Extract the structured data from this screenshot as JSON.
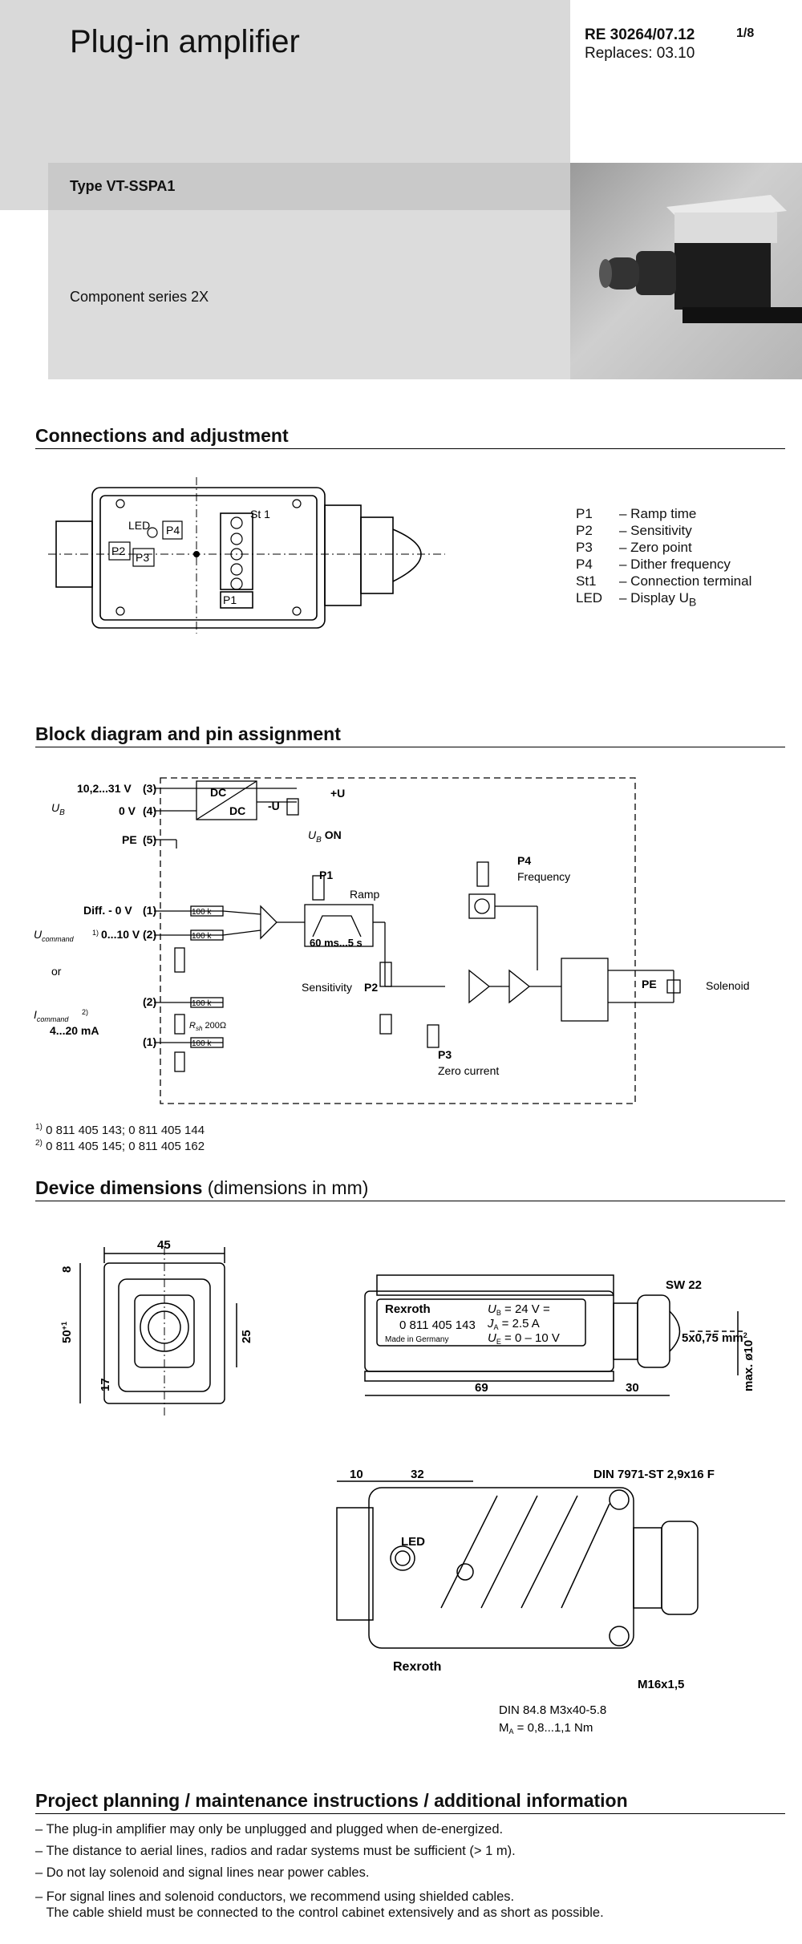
{
  "header": {
    "title": "Plug-in amplifier",
    "doc_number": "RE 30264/07.12",
    "page": "1/8",
    "replaces": "Replaces: 03.10",
    "type": "Type VT-SSPA1",
    "series": "Component series 2X"
  },
  "sections": {
    "connections": "Connections and adjustment",
    "block": "Block diagram and pin assignment",
    "dimensions": "Device dimensions",
    "dimensions_unit": "(dimensions in mm)",
    "project": "Project planning / maintenance instructions / additional information"
  },
  "legend": [
    {
      "key": "P1",
      "desc": "– Ramp time"
    },
    {
      "key": "P2",
      "desc": "– Sensitivity"
    },
    {
      "key": "P3",
      "desc": "– Zero point"
    },
    {
      "key": "P4",
      "desc": "– Dither frequency"
    },
    {
      "key": "St1",
      "desc": "– Connection terminal"
    },
    {
      "key": "LED",
      "desc": "– Display U",
      "sub": "B"
    }
  ],
  "connections_diagram": {
    "led": "LED",
    "p1": "P1",
    "p2": "P2",
    "p3": "P3",
    "p4": "P4",
    "st1": "St 1"
  },
  "block_diagram": {
    "ub": "U",
    "ub_sub": "B",
    "v_supply": "10,2...31 V",
    "pin3": "(3)",
    "zero_v": "0 V",
    "pin4": "(4)",
    "pe": "PE",
    "pin5": "(5)",
    "diff": "Diff. - 0 V",
    "pin1": "(1)",
    "ucommand": "U",
    "ucommand_sub": "command",
    "ucommand_range": "0...10 V",
    "pin2": "(2)",
    "or": "or",
    "icommand": "I",
    "icommand_sub": "command",
    "icommand_range": "4...20 mA",
    "pin2b": "(2)",
    "pin1b": "(1)",
    "res100k": "100 k",
    "rsh": "R",
    "rsh_sub": "sh",
    "rsh_val": "200Ω",
    "dc": "DC",
    "plus_u": "+U",
    "minus_u": "-U",
    "ub_on": "U",
    "ub_on_sub": "B",
    "ub_on_txt": "ON",
    "p1": "P1",
    "ramp": "Ramp",
    "ramp_time": "60 ms...5 s",
    "sensitivity": "Sensitivity",
    "p2": "P2",
    "p3": "P3",
    "zero_current": "Zero current",
    "p4": "P4",
    "frequency": "Frequency",
    "solenoid": "Solenoid"
  },
  "footnotes": [
    {
      "mark": "1)",
      "text": "0 811 405 143; 0 811 405 144"
    },
    {
      "mark": "2)",
      "text": "0 811 405 145; 0 811 405 162"
    }
  ],
  "dimensions_diagram": {
    "d45": "45",
    "d8": "8",
    "d50": "50",
    "d50_tol": "+1",
    "d17": "17",
    "d25": "25",
    "d69": "69",
    "d30": "30",
    "sw22": "SW 22",
    "wire": "5x0,75 mm",
    "wire_sup": "2",
    "max_d": "max. ø10",
    "brand": "Rexroth",
    "part_no": "0 811 405 143",
    "made_in": "Made in Germany",
    "ub_spec": "U",
    "ub_spec_sub": "B",
    "ub_spec_val": " = 24 V =",
    "ja_spec": "J",
    "ja_spec_sub": "A",
    "ja_spec_val": " = 2.5 A",
    "ue_spec": "U",
    "ue_spec_sub": "E",
    "ue_spec_val": " = 0 – 10 V",
    "d10": "10",
    "d32": "32",
    "din7971": "DIN 7971-ST 2,9x16 F",
    "led": "LED",
    "m16": "M16x1,5",
    "din84": "DIN 84.8 M3x40-5.8",
    "ma": "M",
    "ma_sub": "A",
    "ma_val": " = 0,8...1,1 Nm"
  },
  "notes": [
    "– The plug-in amplifier may only be unplugged and plugged when de-energized.",
    "– The distance to aerial lines, radios and radar systems must be sufficient (> 1 m).",
    "– Do not lay solenoid and signal lines near power cables.",
    "– For signal lines and solenoid conductors, we recommend using shielded cables.",
    "   The cable shield must be connected to the control cabinet extensively and as short as possible."
  ]
}
